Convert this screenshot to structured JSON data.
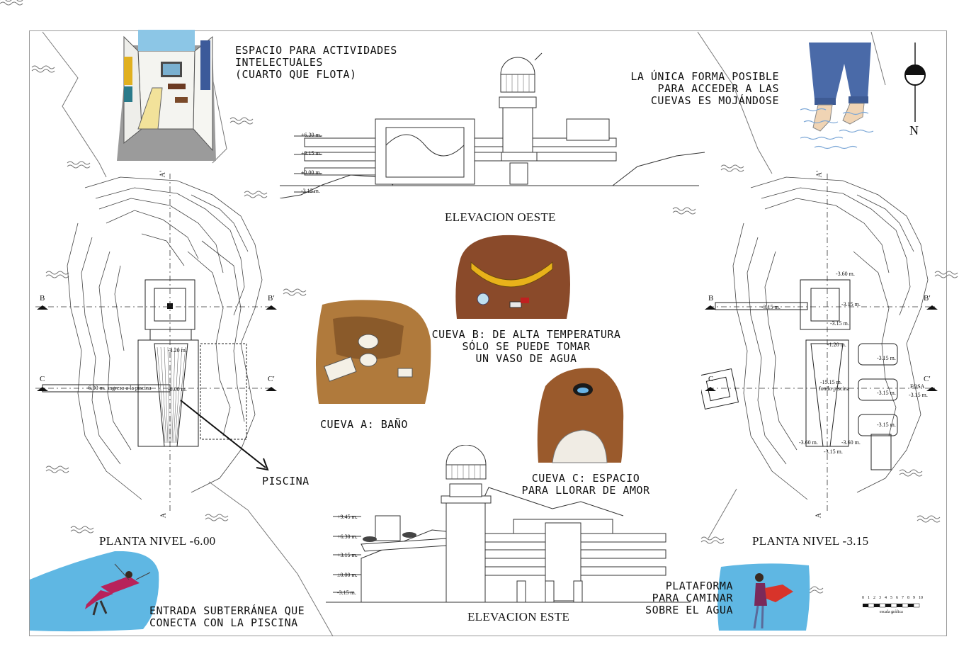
{
  "notes": {
    "intellectual_space": "ESPACIO PARA ACTIVIDADES\nINTELECTUALES\n(CUARTO QUE FLOTA)",
    "wet_access": "LA ÚNICA FORMA POSIBLE\nPARA ACCEDER A LAS\nCUEVAS ES MOJÁNDOSE",
    "cave_b": "CUEVA B: DE ALTA TEMPERATURA\nSÓLO SE PUEDE TOMAR\nUN VASO DE AGUA",
    "cave_a": "CUEVA A: BAÑO",
    "cave_c": "CUEVA C: ESPACIO\nPARA LLORAR DE AMOR",
    "pool": "PISCINA",
    "underground_entry": "ENTRADA SUBTERRÁNEA QUE\nCONECTA CON LA PISCINA",
    "platform": "PLATAFORMA\nPARA CAMINAR\nSOBRE EL AGUA"
  },
  "titles": {
    "west_elevation": "ELEVACION OESTE",
    "east_elevation": "ELEVACION ESTE",
    "plan_left": "PLANTA NIVEL -6.00",
    "plan_right": "PLANTA NIVEL   -3.15"
  },
  "compass": {
    "label": "N"
  },
  "section_marks": {
    "a": "A",
    "a_prime": "A'",
    "b": "B",
    "b_prime": "B'",
    "c": "C",
    "c_prime": "C'"
  },
  "west_levels": [
    "+6.30 m.",
    "+3.15 m.",
    "±0.00 m.",
    "-3.15 m."
  ],
  "east_levels": [
    "+9.45 m.",
    "+6.30 m.",
    "+3.15 m.",
    "±0.00 m.",
    "-3.15 m."
  ],
  "left_plan_labels": {
    "corridor_level": "-6.00 m.",
    "corridor_text": "ingreso a la piscina",
    "pool_top": "-4.20 m.",
    "pool_mid": "-6.00 m."
  },
  "right_plan_labels": {
    "top": "-3.60 m.",
    "corridor": "-3.15 m.",
    "core": "-3.15 m.",
    "core_right": "-3.15 m.",
    "pool_top": "-1.20 m.",
    "pool_depth": "-15.15 m.",
    "pool_bottom_text": "fondo piscina",
    "cave_1": "-3.15 m.",
    "cave_2": "-3.15 m.",
    "cave_3": "-3.15 m.",
    "fosa": "FOSA",
    "fosa_level": "-3.15 m.",
    "bottom_left": "-3.60 m.",
    "bottom_right": "-3.60 m.",
    "bottom_center": "-3.15 m."
  },
  "scale_bar": {
    "ticks": [
      "0",
      "1",
      "2",
      "3",
      "4",
      "5",
      "6",
      "7",
      "8",
      "9",
      "10"
    ],
    "label": "escala gráfica"
  },
  "colors": {
    "sky_blue": "#5fb7e3",
    "cave_brown": "#8a4a2a",
    "cave_ochre": "#b07a3c",
    "hammock_yellow": "#e8b21a",
    "jeans_blue": "#4a6aa8"
  }
}
